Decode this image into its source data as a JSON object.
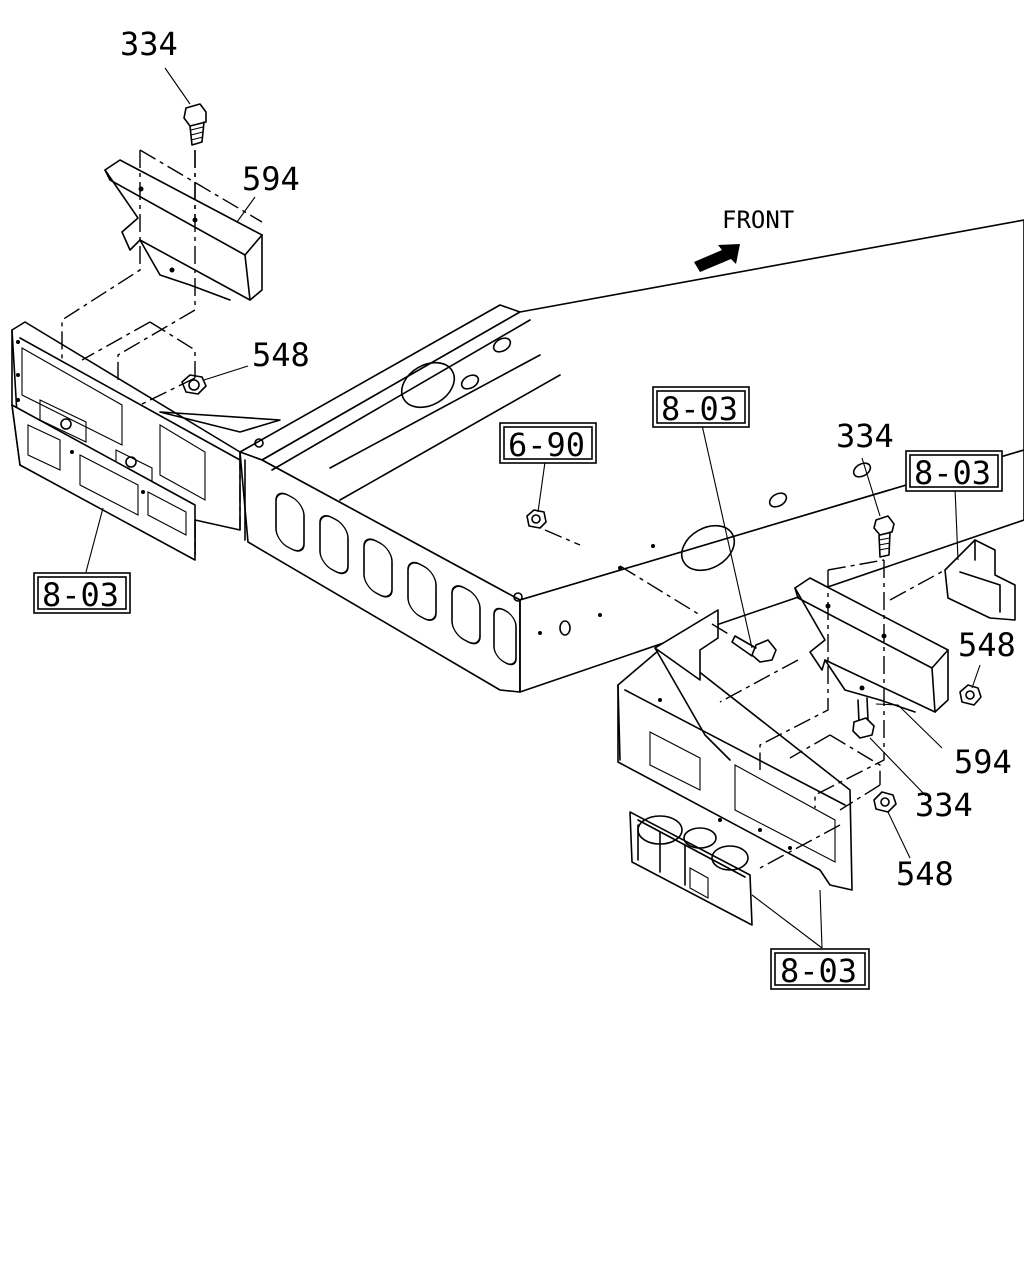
{
  "direction_label": "FRONT",
  "part_numbers": {
    "bolt": "334",
    "bracket": "594",
    "nut": "548"
  },
  "references": {
    "lamp_and_plate_group": "8-03",
    "frame_group": "6-90"
  }
}
